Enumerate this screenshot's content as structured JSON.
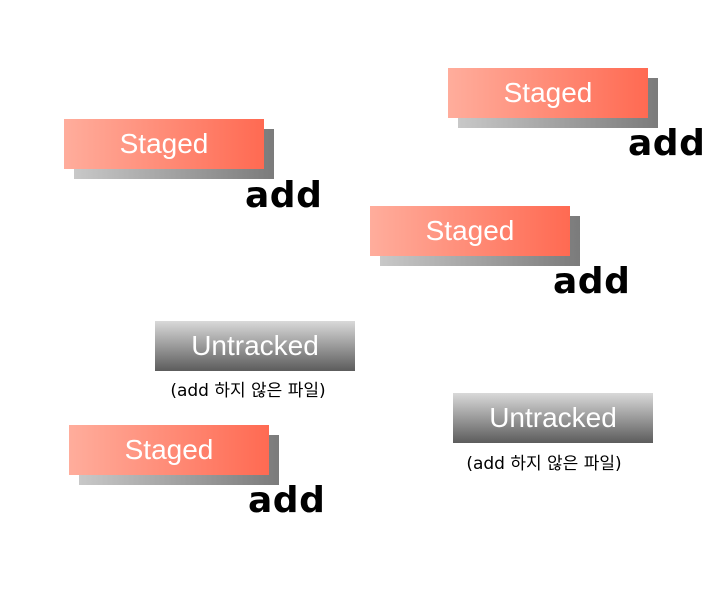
{
  "nodes": [
    {
      "label": "Staged",
      "action": "add"
    },
    {
      "label": "Staged",
      "action": "add"
    },
    {
      "label": "Staged",
      "action": "add"
    },
    {
      "label": "Untracked",
      "note": "(add 하지 않은 파일)"
    },
    {
      "label": "Staged",
      "action": "add"
    },
    {
      "label": "Untracked",
      "note": "(add 하지 않은 파일)"
    }
  ],
  "colors": {
    "staged_gradient": [
      "#ffad9c",
      "#ff6a52"
    ],
    "untracked_gradient": [
      "#d9d9d9",
      "#5c5c5c"
    ],
    "shadow_gradient": [
      "#c8c8c8",
      "#7b7b7b"
    ]
  }
}
